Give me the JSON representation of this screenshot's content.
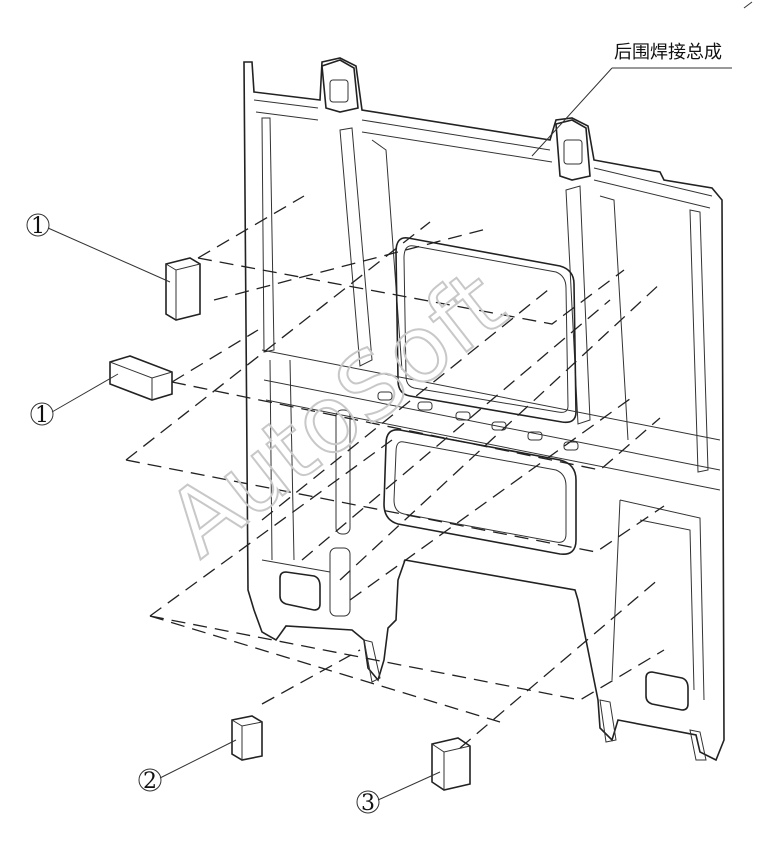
{
  "title_label": "后围焊接总成",
  "callouts": [
    {
      "number": "1"
    },
    {
      "number": "1"
    },
    {
      "number": "2"
    },
    {
      "number": "3"
    }
  ],
  "watermark": "AutoSoft"
}
